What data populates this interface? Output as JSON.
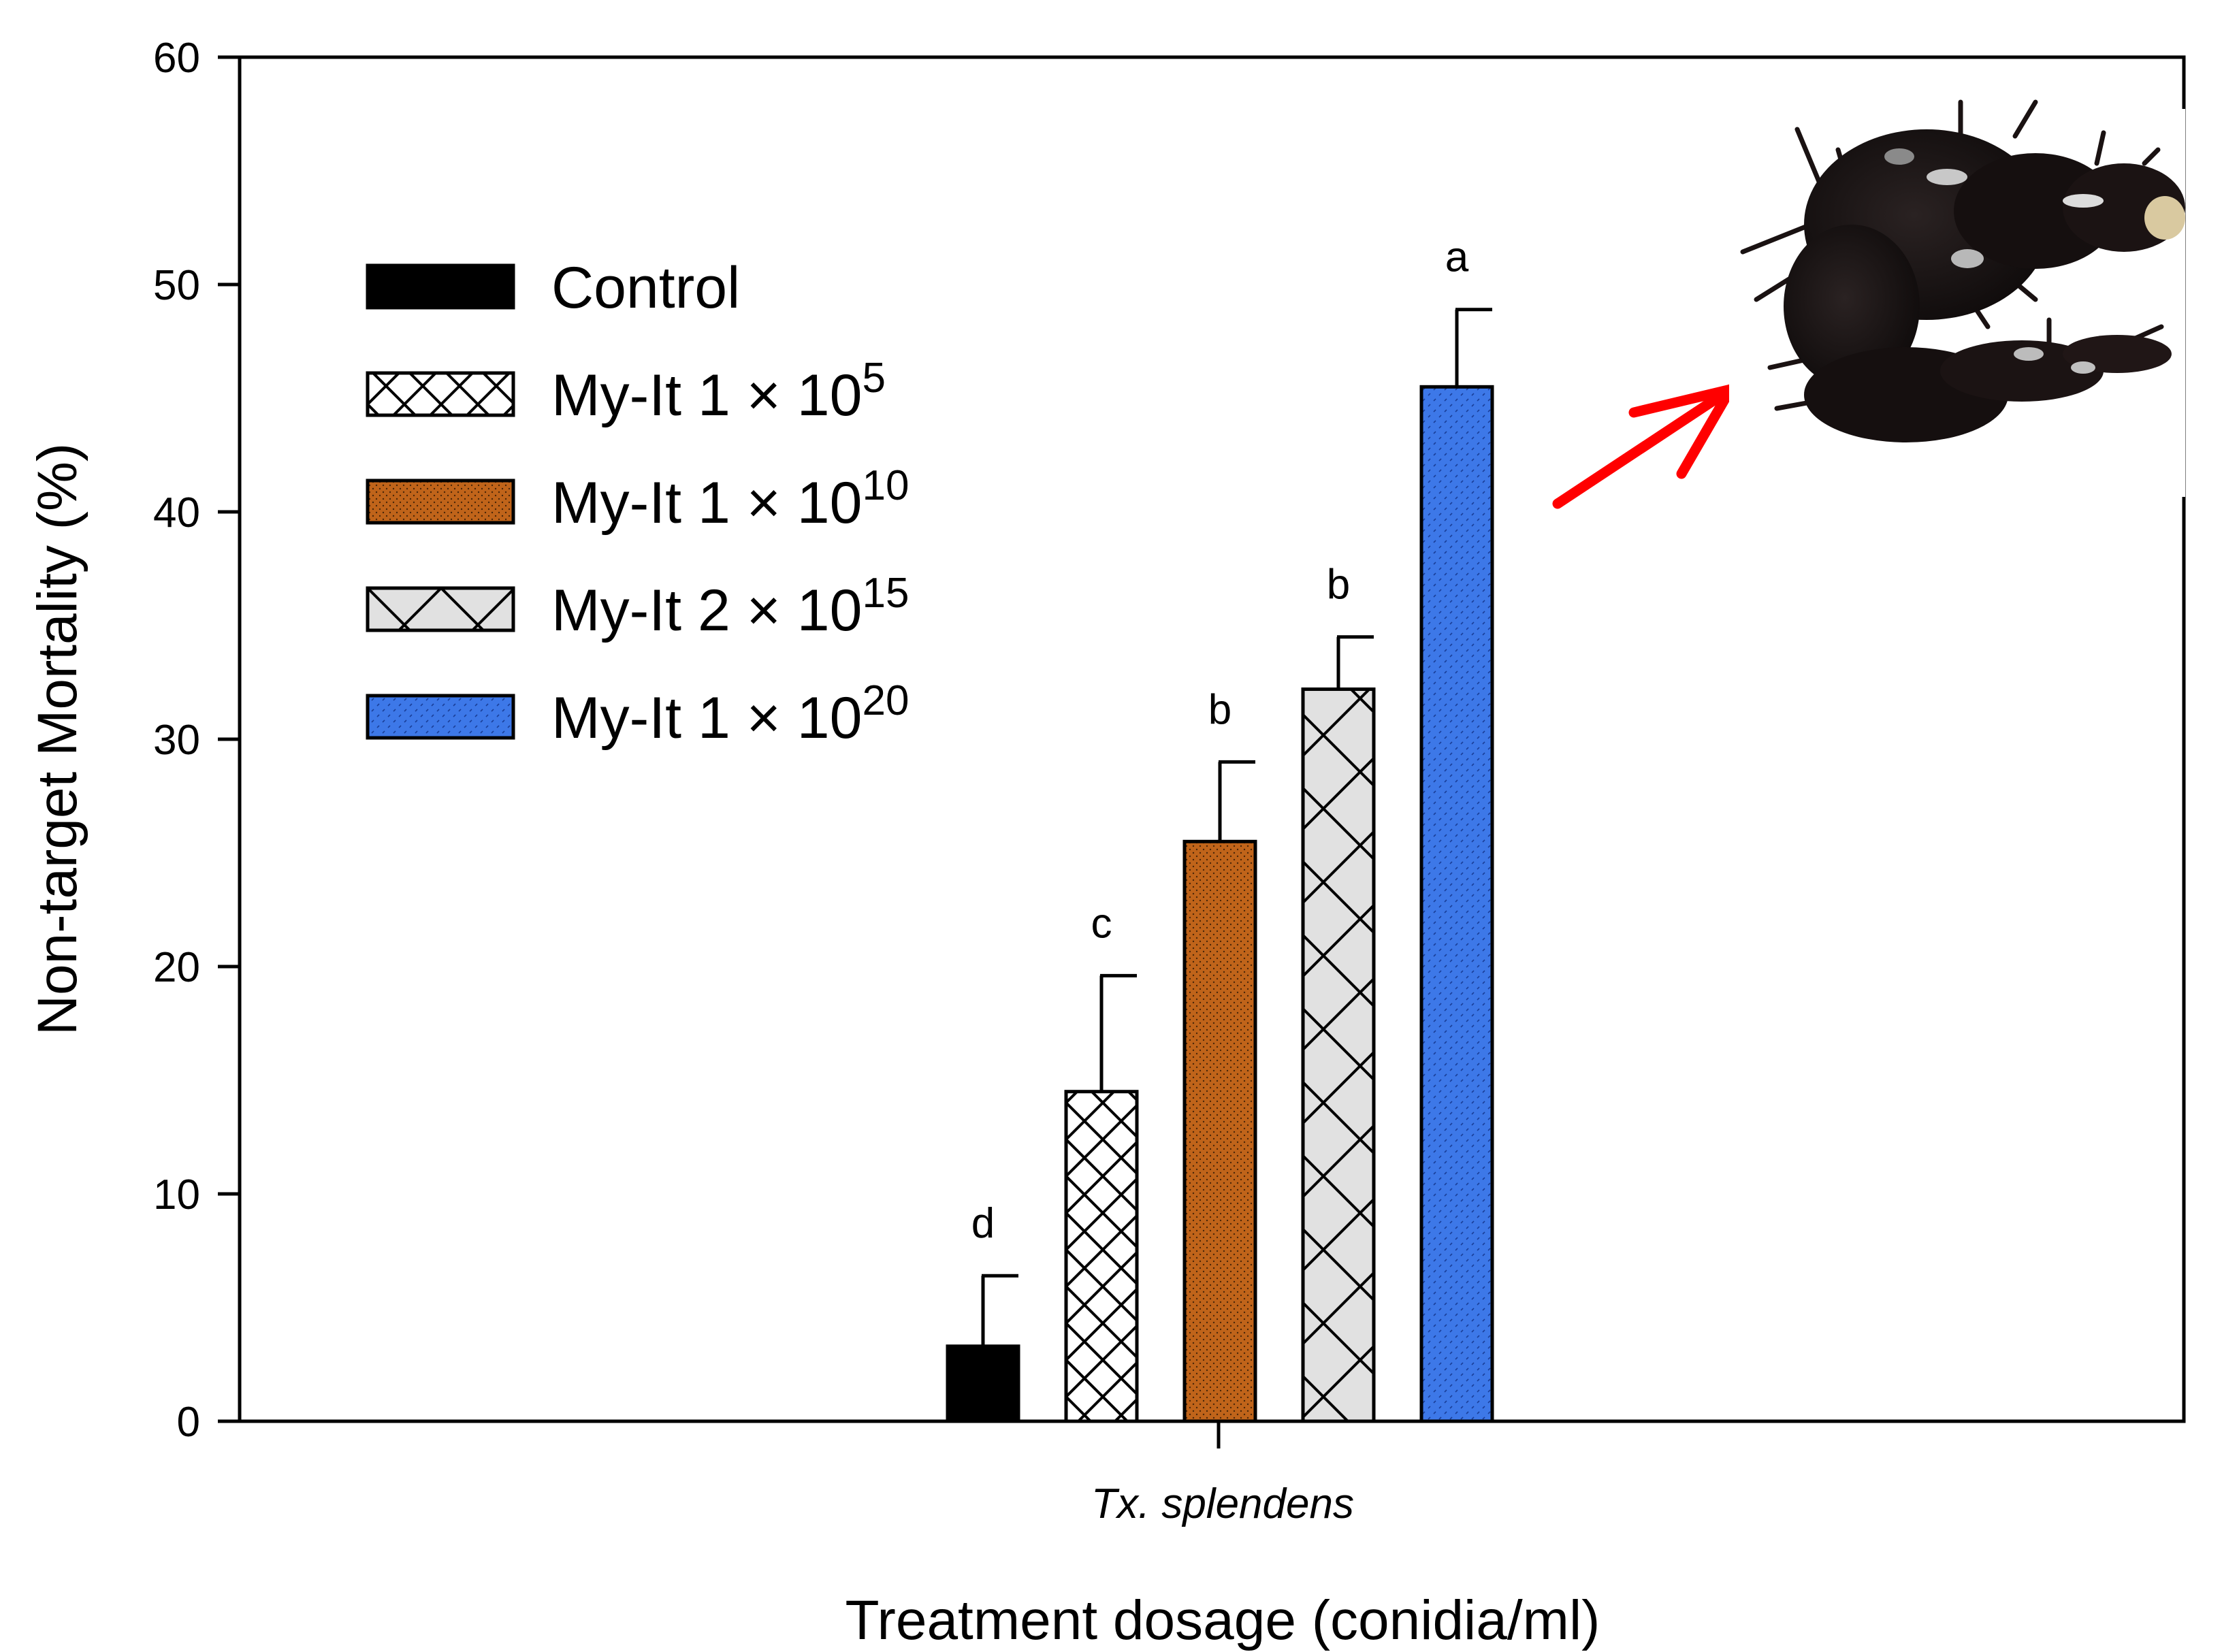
{
  "chart_data": {
    "type": "bar",
    "xlabel": "Treatment dosage (conidia/ml)",
    "ylabel": "Non-target Mortality (%)",
    "ylim": [
      0,
      60
    ],
    "yticks": [
      0,
      10,
      20,
      30,
      40,
      50,
      60
    ],
    "categories": [
      "Tx. splendens"
    ],
    "grid": false,
    "legend_position": "upper-left",
    "series": [
      {
        "name": "Control",
        "base": "Control",
        "sup": "",
        "value": 3.3,
        "error": 3.1,
        "letter": "d",
        "fill": "solid",
        "color": "#000000"
      },
      {
        "name": "My-It 1 × 10^5",
        "base": "My-It 1 × 10",
        "sup": "5",
        "value": 14.5,
        "error": 5.1,
        "letter": "c",
        "fill": "crosshatch",
        "color": "#ffffff"
      },
      {
        "name": "My-It 1 × 10^10",
        "base": "My-It 1 × 10",
        "sup": "10",
        "value": 25.5,
        "error": 3.5,
        "letter": "b",
        "fill": "dots",
        "color": "#c0641a"
      },
      {
        "name": "My-It 2 × 10^15",
        "base": "My-It 2 × 10",
        "sup": "15",
        "value": 32.2,
        "error": 2.3,
        "letter": "b",
        "fill": "crosshatch",
        "color": "#e1e1e1"
      },
      {
        "name": "My-It 1 × 10^20",
        "base": "My-It 1 × 10",
        "sup": "20",
        "value": 45.5,
        "error": 3.4,
        "letter": "a",
        "fill": "dots",
        "color": "#3d78e8"
      }
    ],
    "annotations": [
      {
        "type": "arrow",
        "color": "#ff0000",
        "points_to": "specimen-image"
      },
      {
        "type": "image",
        "depicts": "dark insect larva specimen"
      }
    ]
  }
}
